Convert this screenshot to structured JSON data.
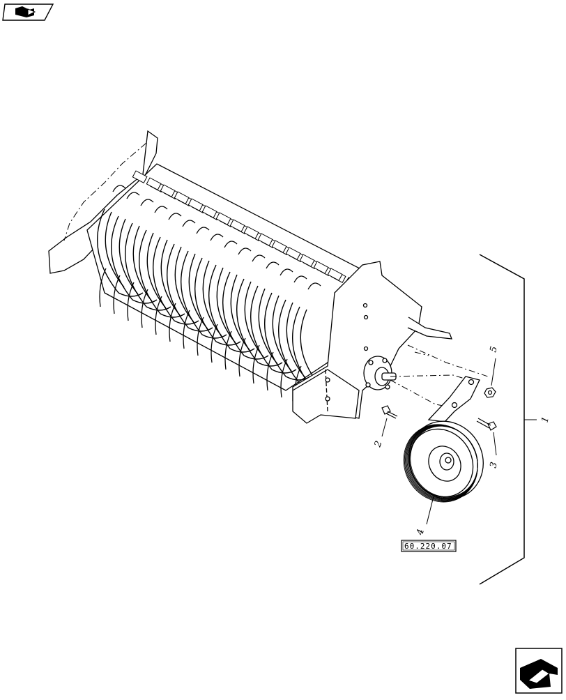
{
  "diagram": {
    "callouts": {
      "c1": "1",
      "c2": "2",
      "c3": "3",
      "c4": "4",
      "c5": "5"
    },
    "reference_code": "60.220.07"
  },
  "icons": {
    "top_left": "book-arrow-icon",
    "bottom_right": "next-page-arrow-icon"
  },
  "colors": {
    "ink": "#000000",
    "paper": "#ffffff"
  }
}
